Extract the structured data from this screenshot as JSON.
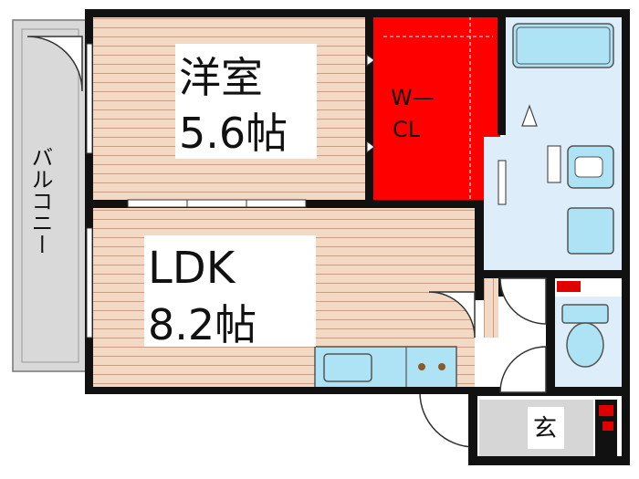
{
  "floorplan": {
    "rooms": {
      "western_room": {
        "name": "洋室",
        "size": "5.6帖"
      },
      "ldk": {
        "name": "LDK",
        "size": "8.2帖"
      },
      "walk_in_closet": {
        "line1": "W—",
        "line2": "CL"
      },
      "entrance": {
        "name": "玄"
      },
      "balcony": {
        "name": "バルコニー"
      }
    },
    "colors": {
      "wall": "#111111",
      "wood_floor": "#f3d9c3",
      "wood_line": "#c89f84",
      "closet": "#ff0000",
      "wet_area": "#ddeefa",
      "fixture": "#aee3f5",
      "balcony": "#d9d9d9",
      "entrance": "#d6d6d6",
      "accent": "#e00000"
    }
  }
}
